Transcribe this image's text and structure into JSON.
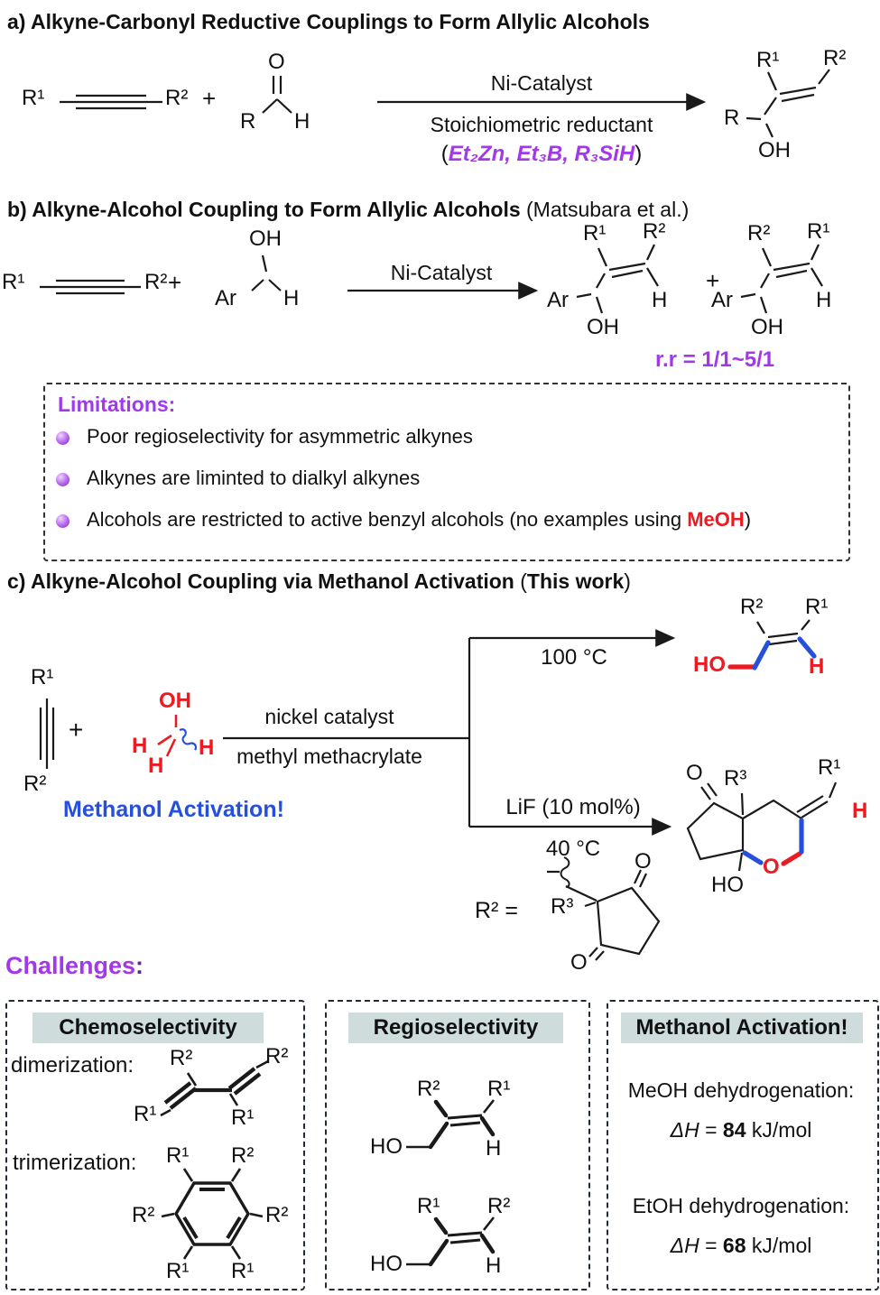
{
  "colors": {
    "accent_purple": "#A238E8",
    "accent_red": "#EC1B23",
    "accent_blue": "#2650DC",
    "header_background": "#CEDCDC",
    "ink": "#111111"
  },
  "section_a": {
    "title": "a) Alkyne-Carbonyl Reductive Couplings to Form Allylic Alcohols",
    "alkyne": {
      "r1": "R¹",
      "r2": "R²"
    },
    "plus": "+",
    "aldehyde": {
      "o": "O",
      "r": "R",
      "h": "H"
    },
    "conditions": {
      "top": "Ni-Catalyst",
      "bottom": "Stoichiometric reductant",
      "reductants_open": "(",
      "reductants": "Et₂Zn, Et₃B, R₃SiH",
      "reductants_close": ")"
    },
    "product": {
      "r1": "R¹",
      "r2": "R²",
      "r": "R",
      "oh": "OH"
    }
  },
  "section_b": {
    "title": "b) Alkyne-Alcohol Coupling to Form Allylic Alcohols",
    "title_suffix": " (Matsubara et al.)",
    "alkyne": {
      "r1": "R¹",
      "r2": "R²"
    },
    "plus": "+",
    "alcohol": {
      "oh": "OH",
      "ar": "Ar",
      "h": "H"
    },
    "conditions": {
      "top": "Ni-Catalyst"
    },
    "product1": {
      "r1": "R¹",
      "r2": "R²",
      "ar": "Ar",
      "oh": "OH",
      "h": "H"
    },
    "plus2": "+",
    "product2": {
      "r2": "R²",
      "r1": "R¹",
      "ar": "Ar",
      "oh": "OH",
      "h": "H"
    },
    "ratio": "r.r = 1/1~5/1"
  },
  "limitations": {
    "heading": "Limitations:",
    "item1": "Poor regioselectivity for asymmetric alkynes",
    "item2": "Alkynes are liminted to dialkyl alkynes",
    "item3_pre": "Alcohols are restricted to active benzyl alcohols (no examples using ",
    "item3_red": "MeOH",
    "item3_post": ")"
  },
  "section_c": {
    "title": "c) Alkyne-Alcohol Coupling via Methanol Activation ",
    "title_paren_open": "(",
    "title_emph": "This work",
    "title_paren_close": ")",
    "alkyne": {
      "r1": "R¹",
      "r2": "R²"
    },
    "plus": "+",
    "methanol": {
      "oh": "OH",
      "h_left": "H",
      "h_bottom": "H",
      "h_right": "H",
      "note": "Methanol Activation!"
    },
    "conditions": {
      "top": "nickel catalyst",
      "bottom": "methyl methacrylate"
    },
    "branch_top": {
      "temp": "100 °C",
      "product": {
        "r2": "R²",
        "r1": "R¹",
        "ho": "HO",
        "h": "H"
      }
    },
    "branch_bottom": {
      "reagent": "LiF (10 mol%)",
      "temp": "40 °C",
      "product": {
        "o": "O",
        "r3": "R³",
        "r1": "R¹",
        "h": "H",
        "o_ring": "O",
        "ho": "HO"
      },
      "r2_definition": {
        "label": "R² =",
        "r3": "R³",
        "o_top": "O",
        "o_bottom": "O"
      }
    }
  },
  "challenges": {
    "heading": "Challenges",
    "heading_colon": ":",
    "chemoselectivity": {
      "header": "Chemoselectivity",
      "dimerization_label": "dimerization:",
      "trimerization_label": "trimerization:",
      "diene": {
        "r2_tl": "R²",
        "r2_tr": "R²",
        "r1_bl": "R¹",
        "r1_br": "R¹"
      },
      "benzene": {
        "r1_tl": "R¹",
        "r2_tr": "R²",
        "r2_l": "R²",
        "r2_r": "R²",
        "r1_bl": "R¹",
        "r1_br": "R¹"
      }
    },
    "regioselectivity": {
      "header": "Regioselectivity",
      "isomer1": {
        "r2": "R²",
        "r1": "R¹",
        "ho": "HO",
        "h": "H"
      },
      "isomer2": {
        "r1": "R¹",
        "r2": "R²",
        "ho": "HO",
        "h": "H"
      }
    },
    "methanol_activation": {
      "header": "Methanol Activation!",
      "meoh_line": "MeOH dehydrogenation:",
      "dh_symbol": "ΔH",
      "equals": "=",
      "meoh_value": "84",
      "unit": "kJ/mol",
      "etoh_line": "EtOH dehydrogenation:",
      "etoh_value": "68"
    }
  }
}
